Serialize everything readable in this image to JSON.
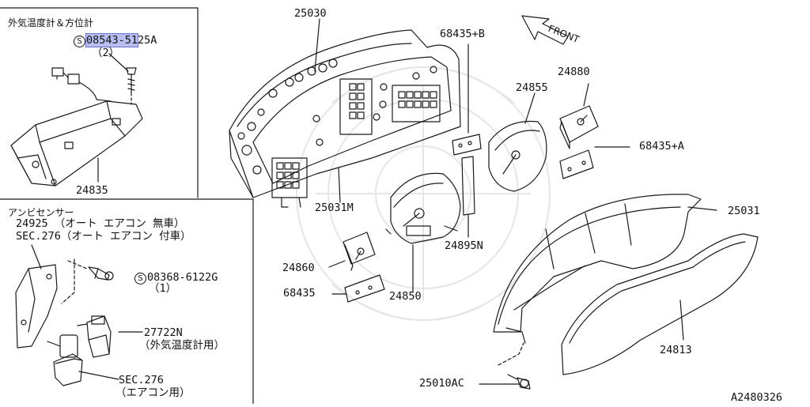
{
  "diagram_id": "A2480326",
  "front_label": "FRONT",
  "inset_top": {
    "title": "外気温度計＆方位計",
    "screw_s": "S",
    "screw_part_a": "08543-51",
    "screw_part_b": "25A",
    "screw_qty": "（2）",
    "module_part": "24835"
  },
  "inset_bottom": {
    "title": "アンビセンサー",
    "line1": "24925 （オート エアコン 無車）",
    "line2": "SEC.276（オート エアコン 付車）",
    "screw_s": "S",
    "screw_part": "08368-6122G",
    "screw_qty": "（1）",
    "sensor_part": "27722N",
    "sensor_desc": "（外気温度計用）",
    "sec_part": "SEC.276",
    "sec_desc": "（エアコン用）"
  },
  "parts": {
    "p25030": "25030",
    "p25031m": "25031M",
    "p68435b": "68435+B",
    "p24855": "24855",
    "p24880": "24880",
    "p68435a": "68435+A",
    "p25031": "25031",
    "p24895n": "24895N",
    "p24860": "24860",
    "p68435": "68435",
    "p24850": "24850",
    "p24813": "24813",
    "p25010ac": "25010AC"
  }
}
